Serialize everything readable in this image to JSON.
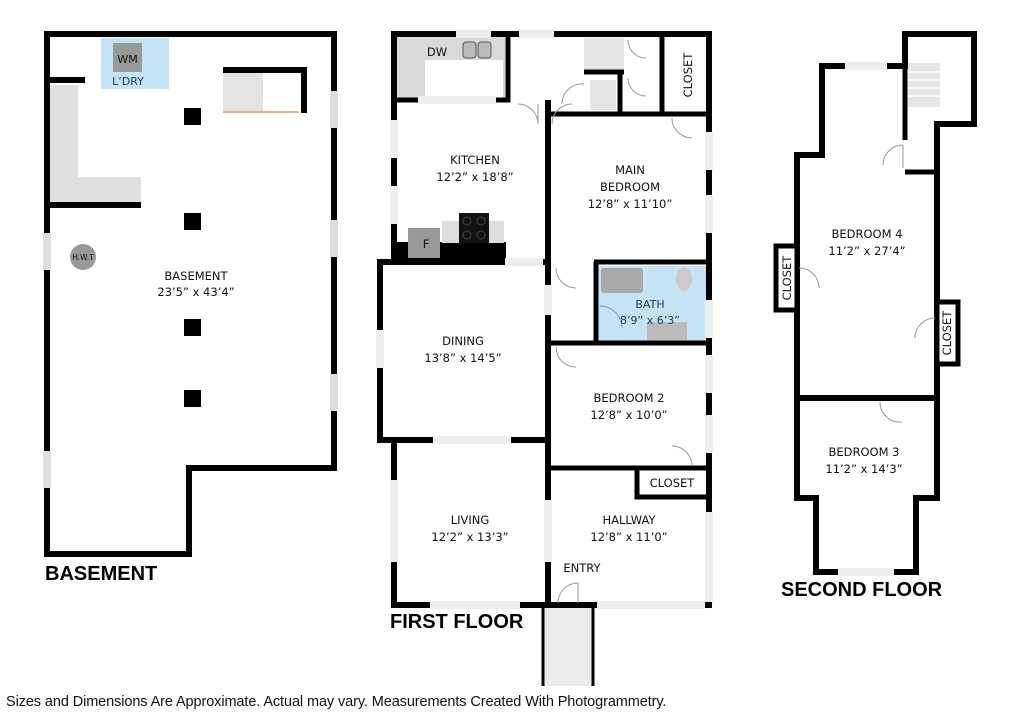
{
  "floors": {
    "basement": {
      "title": "BASEMENT",
      "rooms": [
        {
          "name": "BASEMENT",
          "dims": "23’5” x 43’4”"
        },
        {
          "name": "L’DRY",
          "dims": ""
        }
      ],
      "fixtures": {
        "washer": "WM",
        "water_heater": "H.W.T"
      }
    },
    "first": {
      "title": "FIRST FLOOR",
      "rooms": [
        {
          "name": "KITCHEN",
          "dims": "12’2” x 18’8”"
        },
        {
          "name": "MAIN",
          "name2": "BEDROOM",
          "dims": "12’8” x 11’10”"
        },
        {
          "name": "DINING",
          "dims": "13’8” x 14’5”"
        },
        {
          "name": "BATH",
          "dims": "8’9” x 6’3”"
        },
        {
          "name": "BEDROOM 2",
          "dims": "12’8” x 10’0”"
        },
        {
          "name": "LIVING",
          "dims": "12’2” x 13’3”"
        },
        {
          "name": "HALLWAY",
          "dims": "12’8” x 11’0”"
        },
        {
          "name": "ENTRY"
        },
        {
          "name": "CLOSET"
        },
        {
          "name": "CLOSET"
        }
      ],
      "fixtures": {
        "dishwasher": "DW",
        "fridge": "F"
      }
    },
    "second": {
      "title": "SECOND FLOOR",
      "rooms": [
        {
          "name": "BEDROOM 4",
          "dims": "11’2” x 27’4”"
        },
        {
          "name": "BEDROOM 3",
          "dims": "11’2” x 14’3”"
        },
        {
          "name": "CLOSET"
        },
        {
          "name": "CLOSET"
        }
      ]
    }
  },
  "colors": {
    "wall": "#000000",
    "laundry": "#c5e3f6",
    "bath": "#c5e3f6",
    "fixture": "#999999",
    "counter": "#d9d9d9"
  },
  "footer": {
    "disclaimer": "Sizes and Dimensions Are Approximate. Actual may vary. Measurements Created With Photogrammetry."
  }
}
